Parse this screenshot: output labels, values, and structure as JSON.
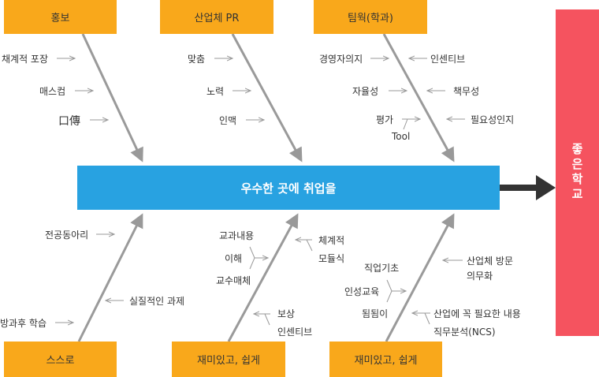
{
  "causes_top": [
    {
      "label": "홍보",
      "items": [
        "채계적 포장",
        "매스컴",
        "口傳"
      ]
    },
    {
      "label": "산업체 PR",
      "items": [
        "맞춤",
        "노력",
        "인맥"
      ]
    },
    {
      "label": "팀웍(학과)",
      "items": [
        "경영자의지",
        "인센티브",
        "자율성",
        "책무성",
        "평가",
        "Tool",
        "필요성인지"
      ]
    }
  ],
  "causes_bottom": [
    {
      "label": "스스로",
      "items": [
        "전공동아리",
        "실질적인 과제",
        "방과후 학습"
      ]
    },
    {
      "label": "재미있고, 쉽게",
      "items": [
        "교과내용",
        "이해",
        "교수매체",
        "체계적",
        "모듈식",
        "보상",
        "인센티브"
      ]
    },
    {
      "label": "재미있고, 쉽게",
      "items": [
        "직업기초",
        "인성교육",
        "됨됨이",
        "산업체 방문",
        "의무화",
        "산업에 꼭 필요한 내용",
        "직무분석(NCS)"
      ]
    }
  ],
  "spine_label": "우수한 곳에 취업을",
  "result_label": "좋은학교",
  "colors": {
    "cause_box": "#f9a81b",
    "spine": "#28a2e1",
    "result": "#f5535f",
    "line": "#9a9a9a"
  }
}
